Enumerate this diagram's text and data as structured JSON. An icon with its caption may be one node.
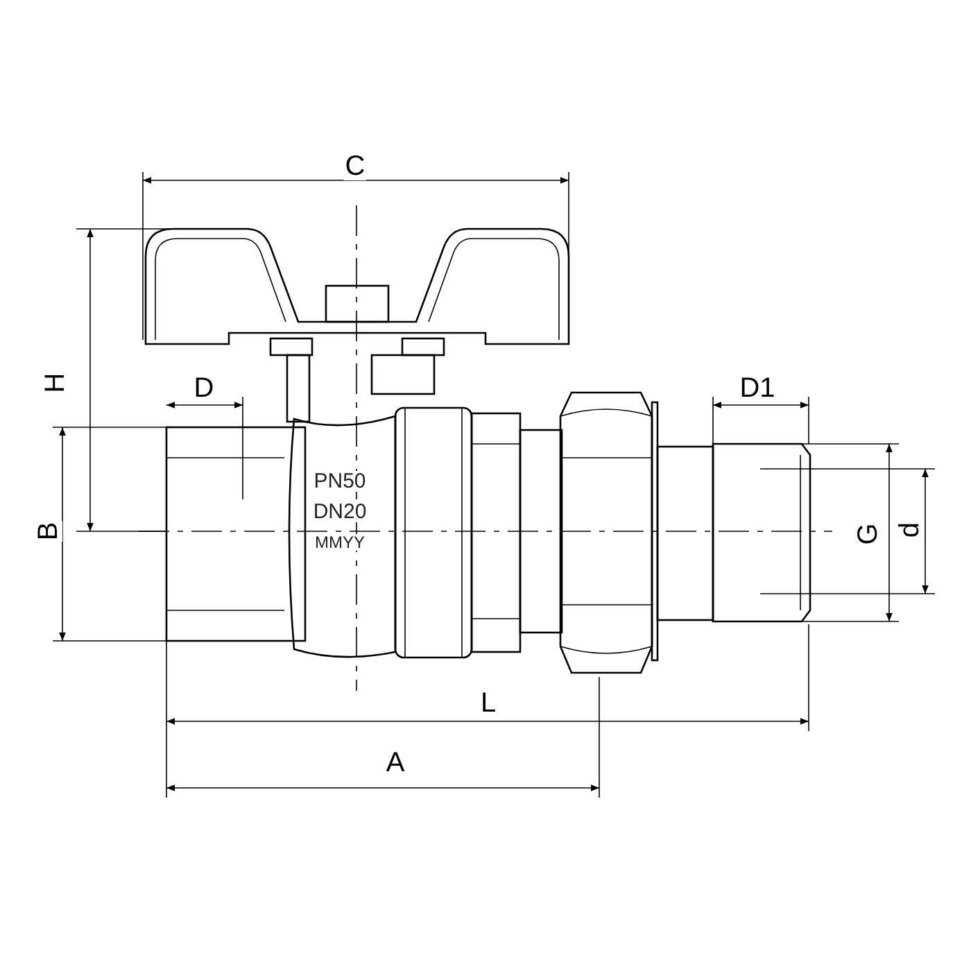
{
  "diagram": {
    "labels": [
      "C",
      "H",
      "D",
      "B",
      "PN50",
      "DN20",
      "MMYY",
      "D1",
      "G",
      "d",
      "L",
      "A"
    ]
  }
}
